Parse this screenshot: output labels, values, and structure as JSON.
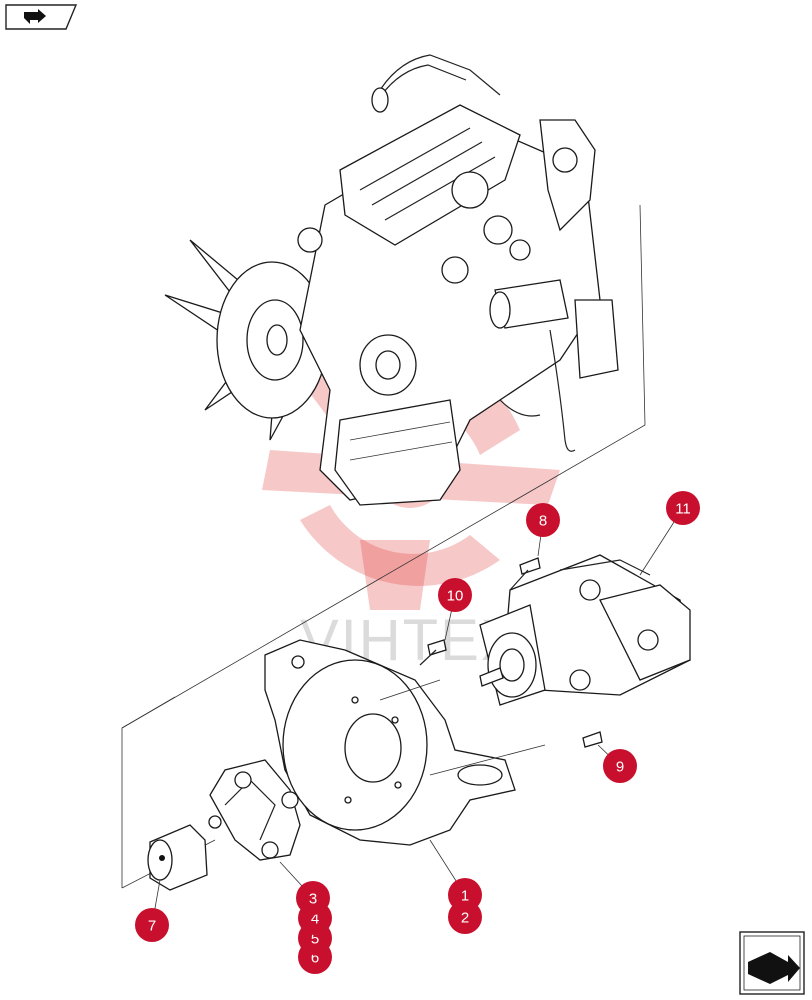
{
  "watermark": {
    "text": "VIHTEX",
    "color": "#e33a3a"
  },
  "accent_color": "#c8102e",
  "callouts": [
    {
      "id": "8",
      "label": "8"
    },
    {
      "id": "11",
      "label": "11"
    },
    {
      "id": "10",
      "label": "10"
    },
    {
      "id": "9",
      "label": "9"
    },
    {
      "id": "3",
      "label": "3"
    },
    {
      "id": "4",
      "label": "4"
    },
    {
      "id": "5",
      "label": "5"
    },
    {
      "id": "6",
      "label": "6"
    },
    {
      "id": "1",
      "label": "1"
    },
    {
      "id": "2",
      "label": "2"
    },
    {
      "id": "7",
      "label": "7"
    }
  ],
  "nav": {
    "back_icon": "return-arrow-icon",
    "next_icon": "forward-arrow-icon"
  }
}
